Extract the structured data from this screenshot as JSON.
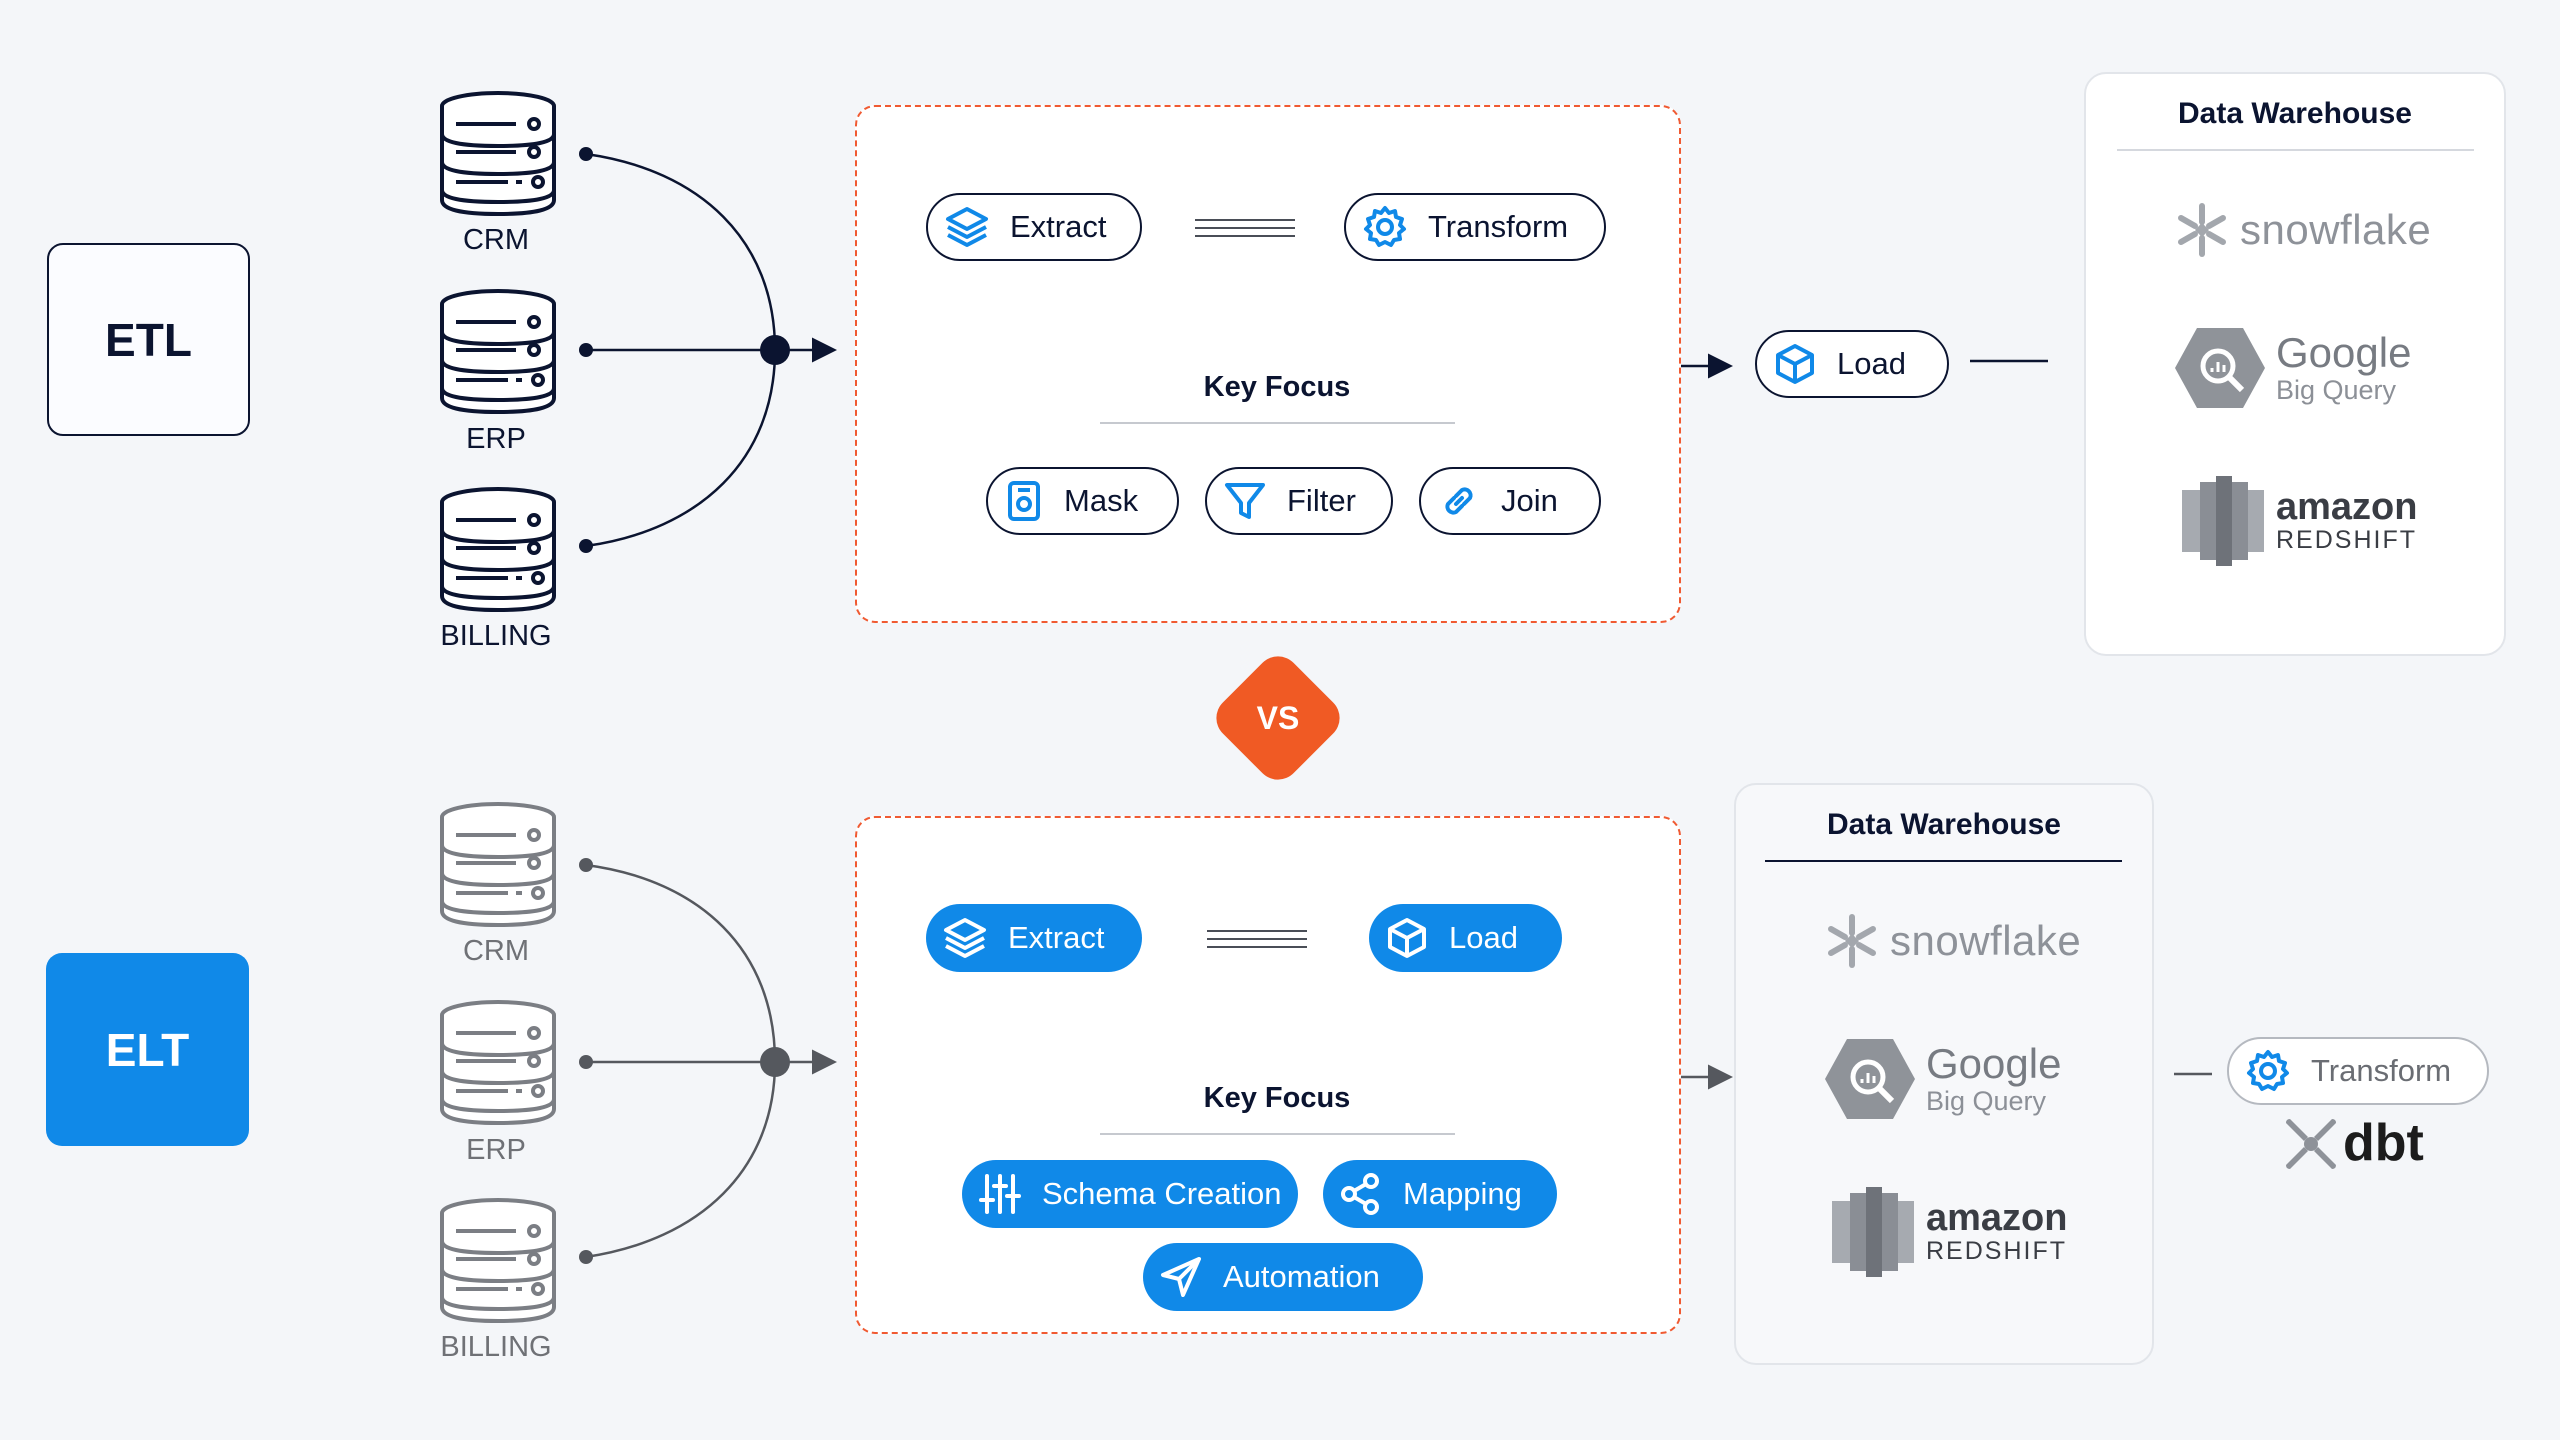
{
  "etl": {
    "mode_label": "ETL",
    "sources": [
      "CRM",
      "ERP",
      "BILLING"
    ],
    "stage": {
      "extract": "Extract",
      "transform": "Transform",
      "key_focus": "Key Focus",
      "focus_items": [
        "Mask",
        "Filter",
        "Join"
      ]
    },
    "load": "Load",
    "warehouse": {
      "title": "Data Warehouse",
      "snowflake": "snowflake",
      "google": "Google",
      "bigquery": "Big Query",
      "amazon": "amazon",
      "redshift": "REDSHIFT"
    }
  },
  "vs_label": "VS",
  "elt": {
    "mode_label": "ELT",
    "sources": [
      "CRM",
      "ERP",
      "BILLING"
    ],
    "stage": {
      "extract": "Extract",
      "load": "Load",
      "key_focus": "Key Focus",
      "focus_items": [
        "Schema Creation",
        "Mapping",
        "Automation"
      ]
    },
    "warehouse": {
      "title": "Data Warehouse",
      "snowflake": "snowflake",
      "google": "Google",
      "bigquery": "Big Query",
      "amazon": "amazon",
      "redshift": "REDSHIFT"
    },
    "transform": "Transform",
    "dbt": "dbt"
  },
  "colors": {
    "navy": "#0b1430",
    "blue": "#1089e8",
    "orange": "#f05a24",
    "grey": "#6f7176"
  }
}
